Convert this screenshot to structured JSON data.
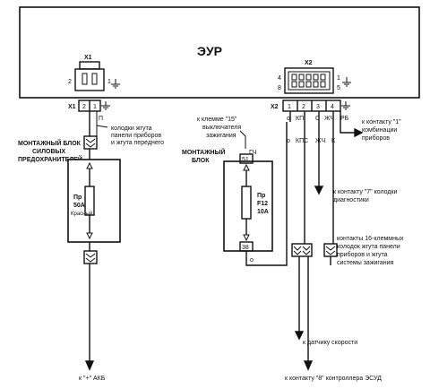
{
  "ecu": {
    "label": "ЭУР"
  },
  "connector_x1": {
    "label": "X1",
    "pin_left": "2",
    "pin_right": "1"
  },
  "connector_x2": {
    "label": "X2",
    "pins_left": [
      "4",
      "8"
    ],
    "pins_right": [
      "1",
      "5"
    ]
  },
  "terminal_x1": {
    "label": "X1",
    "pins": [
      "2",
      "1"
    ],
    "ground_mark": "⏚"
  },
  "terminal_x2": {
    "label": "X2",
    "pins": [
      "1",
      "2",
      "3",
      "4"
    ]
  },
  "wire_codes": {
    "x1_wire": "П",
    "x2_pin2": "КП",
    "x2_pin2b": "КПС",
    "x2_pin3": "С",
    "x2_pin3b": "ЖЧ",
    "x2_pin4": "ЖЧ",
    "x2_pin4b": "К",
    "rb": "РБ",
    "small_o": "о"
  },
  "annotations": {
    "harness_front": [
      "колодки жгута",
      "панели приборов",
      "и жгута переднего"
    ],
    "power_block": [
      "МОНТАЖНЫЙ БЛОК",
      "СИЛОВЫХ",
      "ПРЕДОХРАНИТЕЛЕЙ"
    ],
    "terminal_15": [
      "к клемме \"15\"",
      "выключателя",
      "зажигания"
    ],
    "mount_block": [
      "МОНТАЖНЫЙ",
      "БЛОК"
    ],
    "contact_1": [
      "к контакту \"1\"",
      "комбинации",
      "приборов"
    ],
    "contact_7": [
      "к контакту \"7\" колодки",
      "диагностики"
    ],
    "contacts_16": [
      "контакты 16-клеммных",
      "колодок жгута панели",
      "приборов и жгута",
      "системы зажигания"
    ],
    "speed_sensor": "к датчику скорости",
    "ecu_contact": "к контакту \"8\" контроллера ЭСУД",
    "akb": "к \"+\" АКБ"
  },
  "fuse_power": {
    "code": "Пр",
    "rating": "50А",
    "color": "Красный"
  },
  "fuse_mount": {
    "code": "Пр",
    "id": "F12",
    "rating": "10А",
    "pin_top": "51",
    "pin_bottom": "38",
    "wire": "ГЧ"
  }
}
